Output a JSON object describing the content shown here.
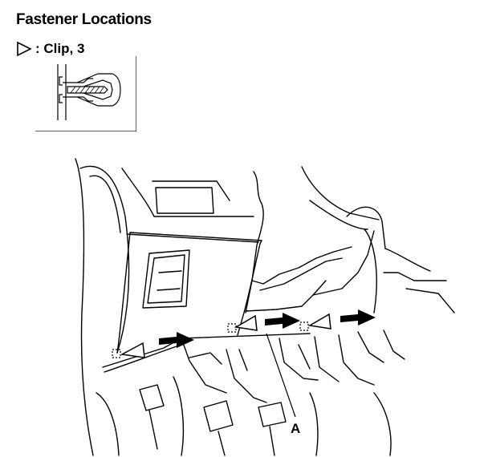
{
  "title": "Fastener Locations",
  "legend": {
    "symbol_icon": "clip-triangle-icon",
    "label": ": Clip, 3"
  },
  "callouts": [
    {
      "letter": "A"
    }
  ],
  "icons": {
    "clip": "clip-triangle-icon",
    "removal_direction": "removal-direction-arrow-icon"
  }
}
